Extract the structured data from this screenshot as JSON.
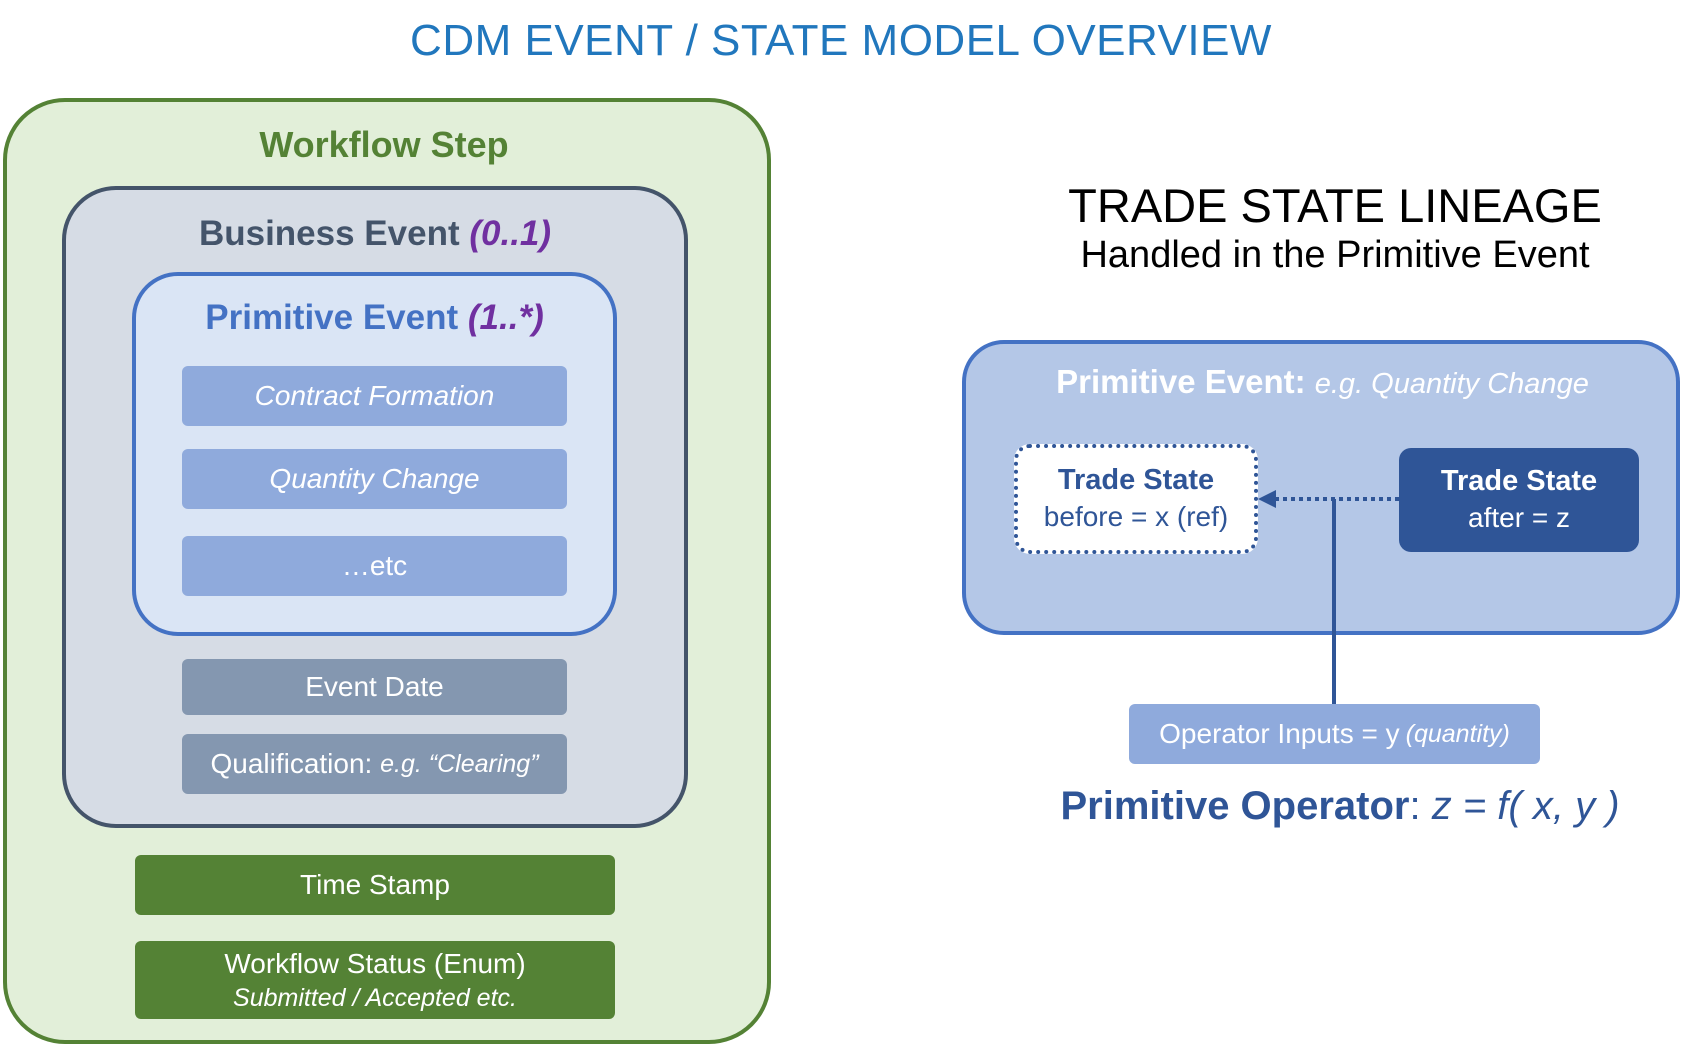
{
  "title": "CDM EVENT / STATE MODEL OVERVIEW",
  "workflow_step": {
    "title": "Workflow Step",
    "business_event": {
      "title": "Business Event",
      "cardinality": "(0..1)",
      "primitive_event": {
        "title": "Primitive Event",
        "cardinality": "(1..*)",
        "items": [
          "Contract Formation",
          "Quantity Change",
          "…etc"
        ]
      },
      "event_date": "Event Date",
      "qualification_label": "Qualification:",
      "qualification_example": "e.g. “Clearing”"
    },
    "time_stamp": "Time Stamp",
    "workflow_status": "Workflow Status (Enum)",
    "workflow_status_values": "Submitted / Accepted etc."
  },
  "lineage": {
    "title": "TRADE STATE LINEAGE",
    "subtitle": "Handled in the Primitive Event",
    "primitive_event_label": "Primitive Event:",
    "primitive_event_example": "e.g. Quantity Change",
    "trade_state_before_title": "Trade State",
    "trade_state_before_value": "before = x (ref)",
    "trade_state_after_title": "Trade State",
    "trade_state_after_value": "after = z",
    "operator_inputs": "Operator Inputs = y",
    "operator_inputs_note": "(quantity)",
    "operator_label": "Primitive Operator",
    "operator_formula": "z = f( x, y )"
  },
  "colors": {
    "title_blue": "#2177bd",
    "workflow_green": "#548235",
    "workflow_fill": "#e2efd9",
    "business_slate": "#44546a",
    "business_fill": "#d6dce5",
    "primitive_blue": "#4472c4",
    "primitive_fill": "#dae5f5",
    "item_blue": "#8faadc",
    "item_grey": "#8497b0",
    "cardinality_purple": "#7030a0",
    "dark_blue": "#2f5597",
    "lineage_fill": "#b4c7e7"
  }
}
